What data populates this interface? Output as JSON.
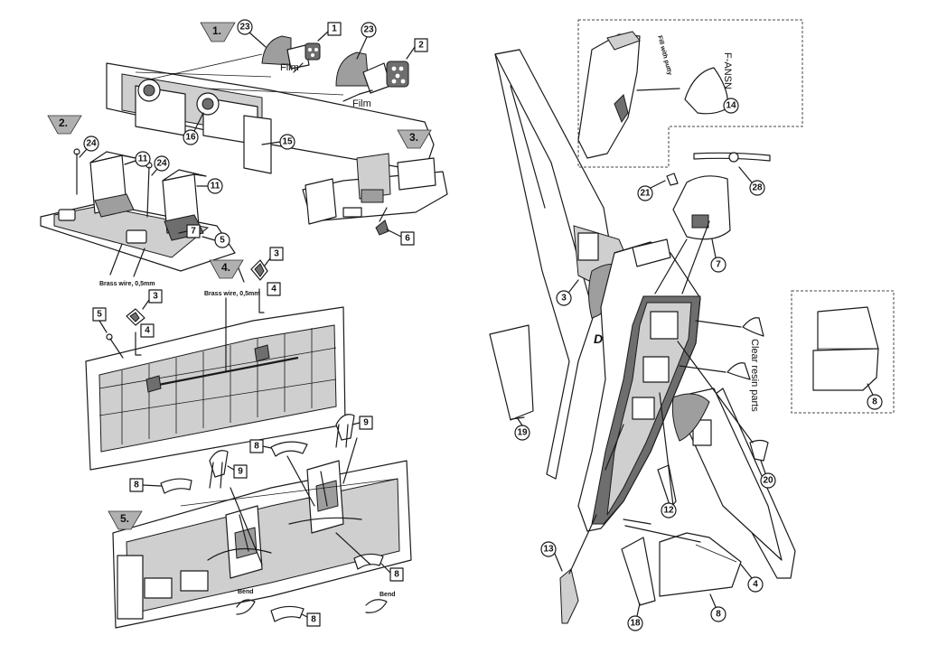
{
  "steps": {
    "s1": "1.",
    "s2": "2.",
    "s3": "3.",
    "s4": "4.",
    "s5": "5."
  },
  "labels": {
    "film_a": "Film",
    "film_b": "Film",
    "brass_wire_a": "Brass wire, 0,5mm",
    "brass_wire_b": "Brass wire, 0,5mm",
    "clear_resin": "Clear resin parts",
    "fill_putty": "Fill with putty",
    "code": "F-ANSN",
    "bend_a": "Bend",
    "bend_b": "Bend",
    "fuselage_letter": "D"
  },
  "parts": {
    "p1": "1",
    "p2": "2",
    "p3a": "3",
    "p3b": "3",
    "p3c": "3",
    "p4a": "4",
    "p4b": "4",
    "p4c": "4",
    "p5a": "5",
    "p5b": "5",
    "p6": "6",
    "p7a": "7",
    "p7b": "7",
    "p8a": "8",
    "p8b": "8",
    "p8c": "8",
    "p8d": "8",
    "p8e": "8",
    "p8f": "8",
    "p9a": "9",
    "p9b": "9",
    "p11a": "11",
    "p11b": "11",
    "p12": "12",
    "p13": "13",
    "p14": "14",
    "p15": "15",
    "p16": "16",
    "p18": "18",
    "p19": "19",
    "p20": "20",
    "p21": "21",
    "p23a": "23",
    "p23b": "23",
    "p24a": "24",
    "p24b": "24",
    "p28": "28"
  }
}
